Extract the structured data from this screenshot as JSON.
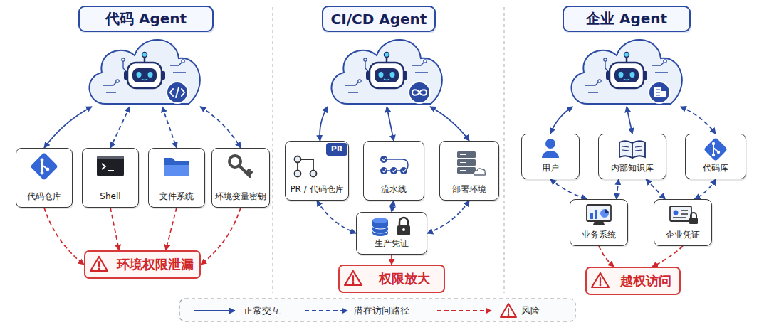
{
  "diagram": {
    "nodes": [
      {
        "text": [
          "代码 Agent"
        ]
      },
      {
        "text": [
          "代码仓库"
        ]
      },
      {
        "text": [
          "Shell"
        ]
      },
      {
        "text": [
          "文件系统"
        ]
      },
      {
        "text": [
          "环境变量密钥"
        ]
      },
      {
        "text": [
          "环境权限泄漏"
        ]
      },
      {
        "text": [
          "CI/CD Agent"
        ]
      },
      {
        "text": [
          "PR / 代码仓库"
        ]
      },
      {
        "text": [
          "流水线"
        ]
      },
      {
        "text": [
          "部署环境"
        ]
      },
      {
        "text": [
          "生产凭证"
        ]
      },
      {
        "text": [
          "权限放大"
        ]
      },
      {
        "text": [
          "企业 Agent"
        ]
      },
      {
        "text": [
          "用户"
        ]
      },
      {
        "text": [
          "内部知识库"
        ]
      },
      {
        "text": [
          "代码库"
        ]
      },
      {
        "text": [
          "业务系统"
        ]
      },
      {
        "text": [
          "企业凭证"
        ]
      },
      {
        "text": [
          "越权访问"
        ]
      }
    ],
    "edges": [
      {
        "from": 0,
        "to": 1,
        "arrow": "both"
      },
      {
        "from": 0,
        "to": 2,
        "arrow": "both"
      },
      {
        "from": 0,
        "to": 3,
        "arrow": "both"
      },
      {
        "from": 0,
        "to": 4,
        "arrow": "both"
      },
      {
        "from": 1,
        "to": 5,
        "arrow": "to"
      },
      {
        "from": 2,
        "to": 5,
        "arrow": "to"
      },
      {
        "from": 3,
        "to": 5,
        "arrow": "to"
      },
      {
        "from": 4,
        "to": 5,
        "arrow": "to"
      },
      {
        "from": 6,
        "to": 7,
        "arrow": "both"
      },
      {
        "from": 6,
        "to": 8,
        "arrow": "both"
      },
      {
        "from": 6,
        "to": 9,
        "arrow": "both"
      },
      {
        "from": 7,
        "to": 10,
        "arrow": "both"
      },
      {
        "from": 8,
        "to": 10,
        "arrow": "both"
      },
      {
        "from": 9,
        "to": 10,
        "arrow": "both"
      },
      {
        "from": 10,
        "to": 11,
        "arrow": "to"
      },
      {
        "from": 12,
        "to": 13,
        "arrow": "both"
      },
      {
        "from": 12,
        "to": 14,
        "arrow": "both"
      },
      {
        "from": 12,
        "to": 15,
        "arrow": "both"
      },
      {
        "from": 13,
        "to": 16,
        "arrow": "both"
      },
      {
        "from": 14,
        "to": 16,
        "arrow": "both"
      },
      {
        "from": 14,
        "to": 17,
        "arrow": "both"
      },
      {
        "from": 15,
        "to": 17,
        "arrow": "both"
      },
      {
        "from": 16,
        "to": 18,
        "arrow": "to"
      },
      {
        "from": 17,
        "to": 18,
        "arrow": "to"
      }
    ],
    "labels": [
      "PR"
    ],
    "legend": [
      {
        "text": "正常交互"
      },
      {
        "text": "潜在访问路径"
      },
      {
        "text": "风险"
      }
    ]
  }
}
